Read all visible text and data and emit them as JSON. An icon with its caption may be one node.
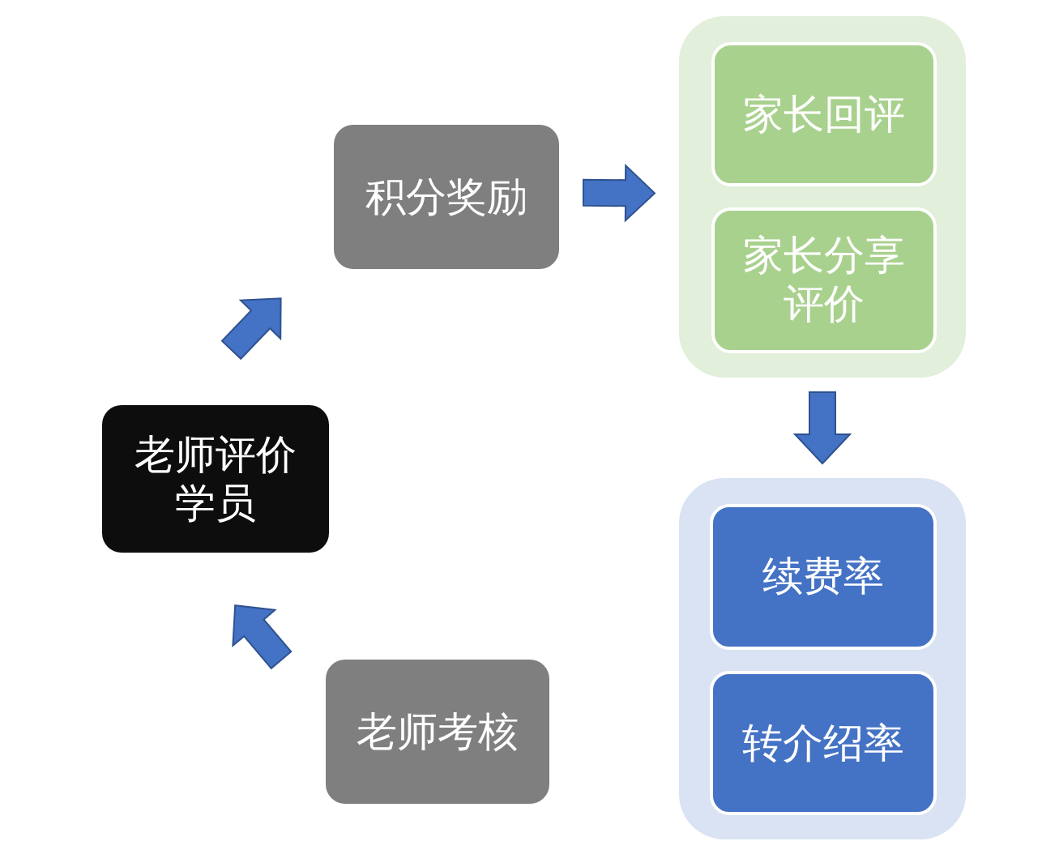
{
  "diagram": {
    "nodes": [
      {
        "text": [
          "老师评价学员"
        ]
      },
      {
        "text": [
          "积分奖励"
        ]
      },
      {
        "text": [],
        "shape": "box"
      },
      {
        "text": [
          "家长回评"
        ],
        "in": 2
      },
      {
        "text": [
          "家长分享评价"
        ],
        "in": 2
      },
      {
        "text": [],
        "shape": "box"
      },
      {
        "text": [
          "续费率"
        ],
        "in": 5
      },
      {
        "text": [
          "转介绍率"
        ],
        "in": 5
      },
      {
        "text": [
          "老师考核"
        ]
      }
    ],
    "edges": [
      {
        "from": 0,
        "to": 1,
        "arrow": "to"
      },
      {
        "from": 1,
        "to": 2,
        "arrow": "to"
      },
      {
        "from": 2,
        "to": 5,
        "arrow": "to"
      },
      {
        "from": 8,
        "to": 0,
        "arrow": "to"
      }
    ]
  }
}
